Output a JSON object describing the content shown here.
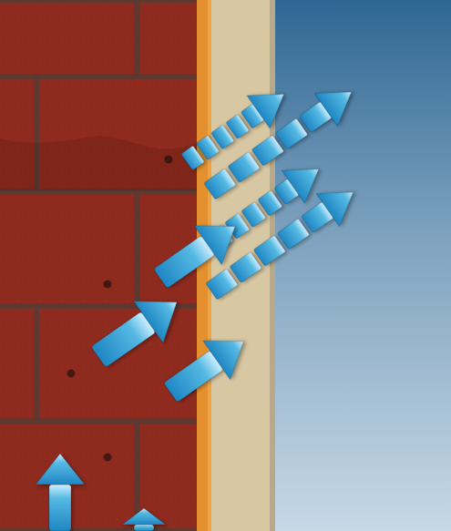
{
  "diagram": {
    "layers": [
      {
        "name": "brick",
        "color": "#8f2a1e"
      },
      {
        "name": "mortar",
        "color": "#5a3a33"
      },
      {
        "name": "orange-strip",
        "color": "#e4902f"
      },
      {
        "name": "insulation",
        "color": "#d7c7a3"
      },
      {
        "name": "sky-top",
        "color": "#2f6794"
      },
      {
        "name": "sky-bottom",
        "color": "#c7d8e6"
      }
    ],
    "arrow_colors": {
      "dark": "#1e86c3",
      "mid": "#55b9e3",
      "light": "#cfeeff"
    },
    "arrow_style": {
      "solid": "solid",
      "dashed": "dashed"
    },
    "icons": [
      "upward-arrow-icon",
      "diagonal-arrow-icon",
      "dashed-diagonal-arrow-icon"
    ]
  }
}
